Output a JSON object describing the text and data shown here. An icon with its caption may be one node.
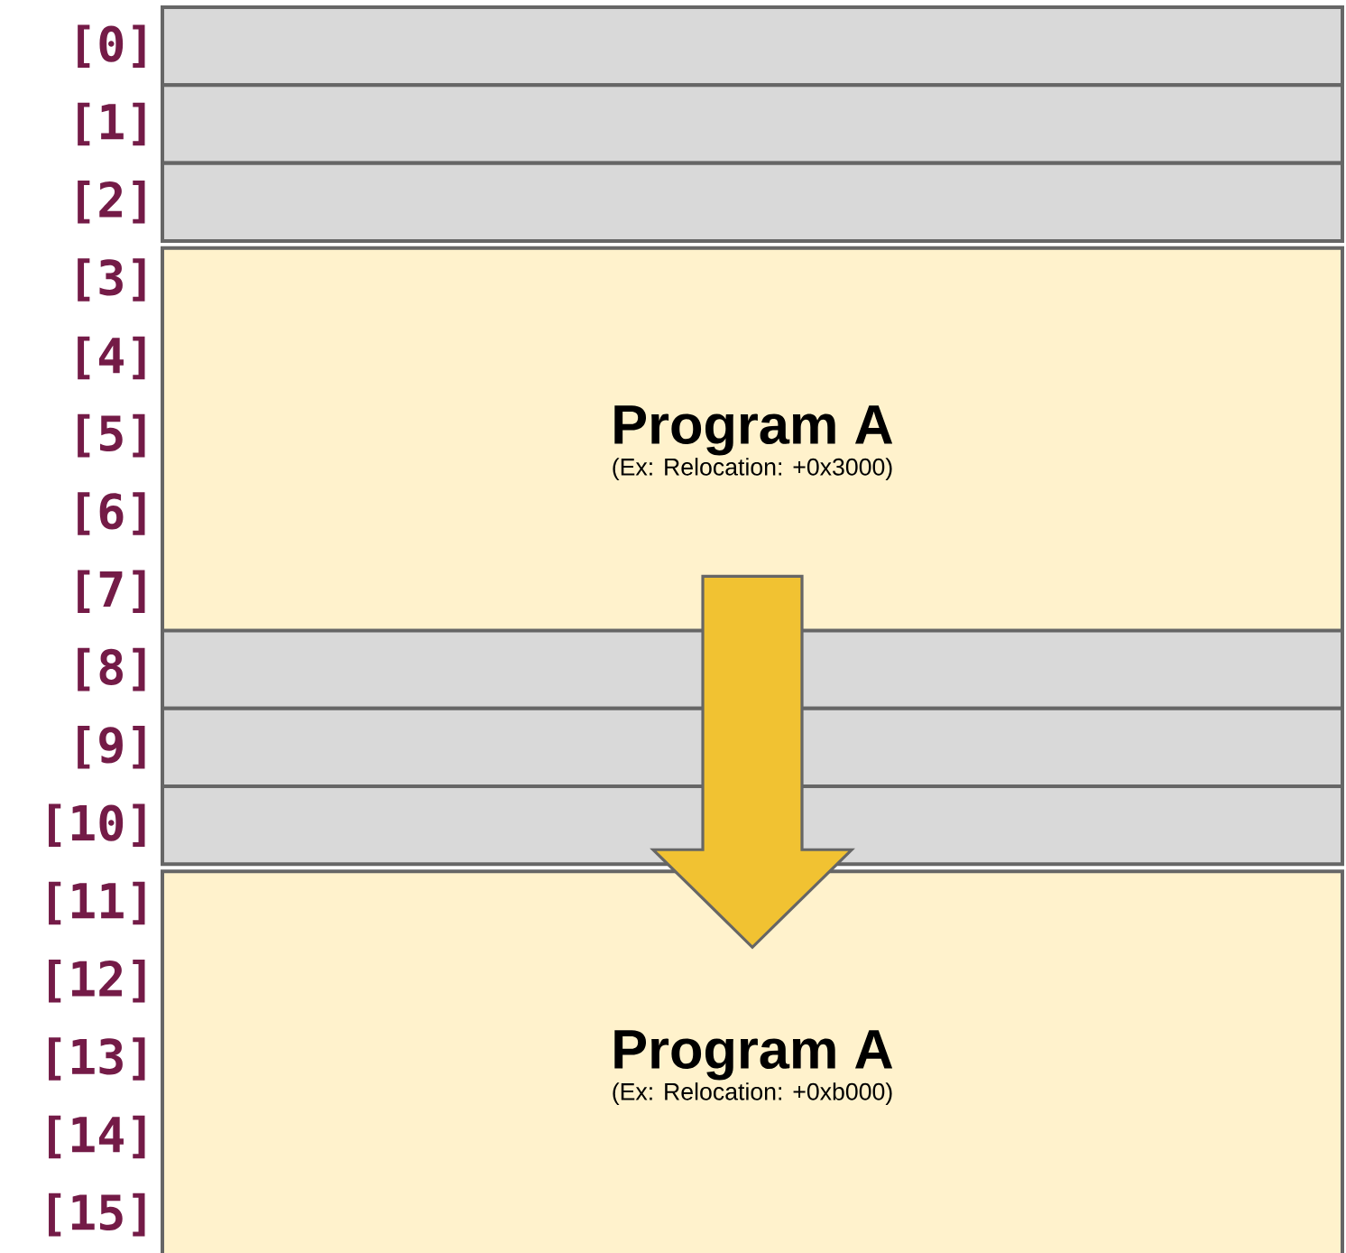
{
  "diagram": {
    "nodes": [
      {
        "text": [],
        "shape": "box"
      },
      {
        "text": [],
        "shape": "box"
      },
      {
        "text": [],
        "shape": "box"
      },
      {
        "text": [
          "Program A",
          "(Ex: Relocation: +0x3000)"
        ]
      },
      {
        "text": [],
        "shape": "box"
      },
      {
        "text": [],
        "shape": "box"
      },
      {
        "text": [],
        "shape": "box"
      },
      {
        "text": [
          "Program A",
          "(Ex: Relocation: +0xb000)"
        ]
      }
    ],
    "edges": [
      {
        "from": 3,
        "to": 7,
        "arrow": "to"
      }
    ],
    "labels": [
      "[0]",
      "[1]",
      "[2]",
      "[3]",
      "[4]",
      "[5]",
      "[6]",
      "[7]",
      "[8]",
      "[9]",
      "[10]",
      "[11]",
      "[12]",
      "[13]",
      "[14]",
      "[15]"
    ]
  }
}
